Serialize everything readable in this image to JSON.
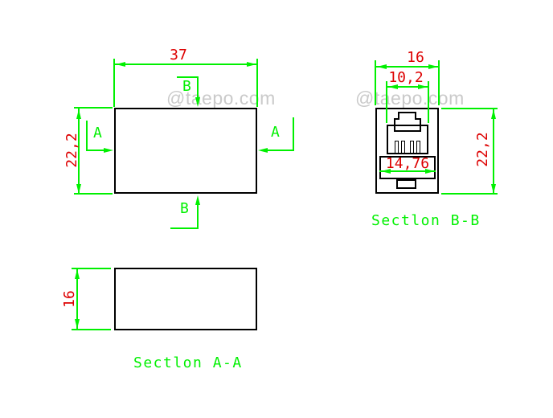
{
  "colors": {
    "outline": "#000000",
    "annotation_green": "#00f000",
    "dimension_red": "#dd0000",
    "watermark_gray": "#cacaca",
    "background": "#ffffff"
  },
  "watermarks": [
    {
      "text": "@taepo.com"
    },
    {
      "text": "@taepo.com"
    }
  ],
  "plan_view": {
    "width_dim": "37",
    "height_dim": "22,2",
    "marker_a_left": "A",
    "marker_a_right": "A",
    "marker_b_top": "B",
    "marker_b_bottom": "B"
  },
  "section_bb": {
    "label": "Sectlon B-B",
    "outer_width_dim": "16",
    "latch_width_dim": "10,2",
    "cavity_width_dim": "14,76",
    "height_dim": "22,2"
  },
  "section_aa": {
    "label": "Sectlon A-A",
    "height_dim": "16"
  }
}
